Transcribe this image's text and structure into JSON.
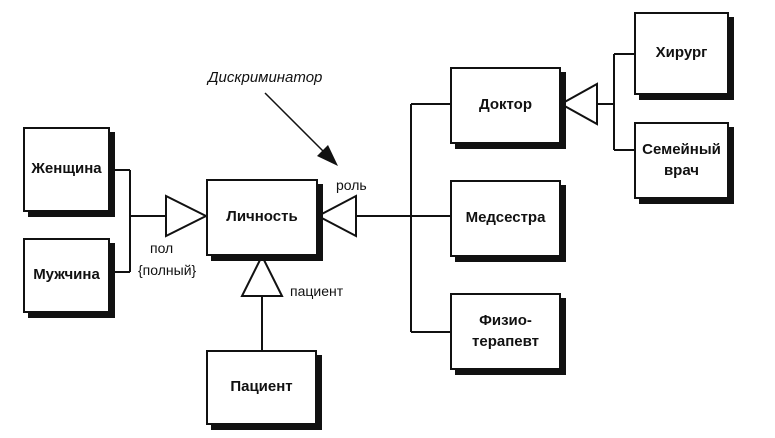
{
  "classes": {
    "woman": "Женщина",
    "man": "Мужчина",
    "person": "Личность",
    "patient": "Пациент",
    "doctor": "Доктор",
    "nurse": "Медсестра",
    "physio": "Физио-\nтерапевт",
    "surgeon": "Хирург",
    "family_doctor": "Семейный\nврач"
  },
  "labels": {
    "discriminator": "Дискриминатор",
    "role": "роль",
    "sex": "пол",
    "complete": "{полный}",
    "patient_role": "пациент"
  }
}
